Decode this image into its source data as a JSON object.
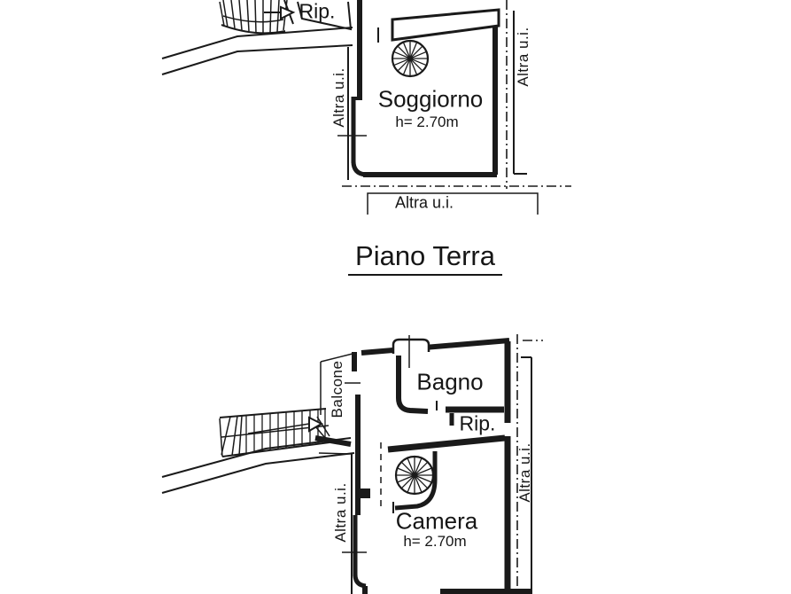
{
  "title": "Piano Terra",
  "upper_plan": {
    "rip_label": "Rip.",
    "room_name": "Soggiorno",
    "room_height": "h= 2.70m",
    "left_boundary_label": "Altra u.i.",
    "right_boundary_label": "Altra u.i.",
    "bottom_boundary_label": "Altra u.i."
  },
  "lower_plan": {
    "balcony_label": "Balcone",
    "bathroom_label": "Bagno",
    "rip_label": "Rip.",
    "room_name": "Camera",
    "room_height": "h= 2.70m",
    "left_boundary_label": "Altra u.i.",
    "right_boundary_label": "Altra u.i."
  },
  "colors": {
    "ink": "#1a1a1a",
    "paper": "#ffffff"
  }
}
